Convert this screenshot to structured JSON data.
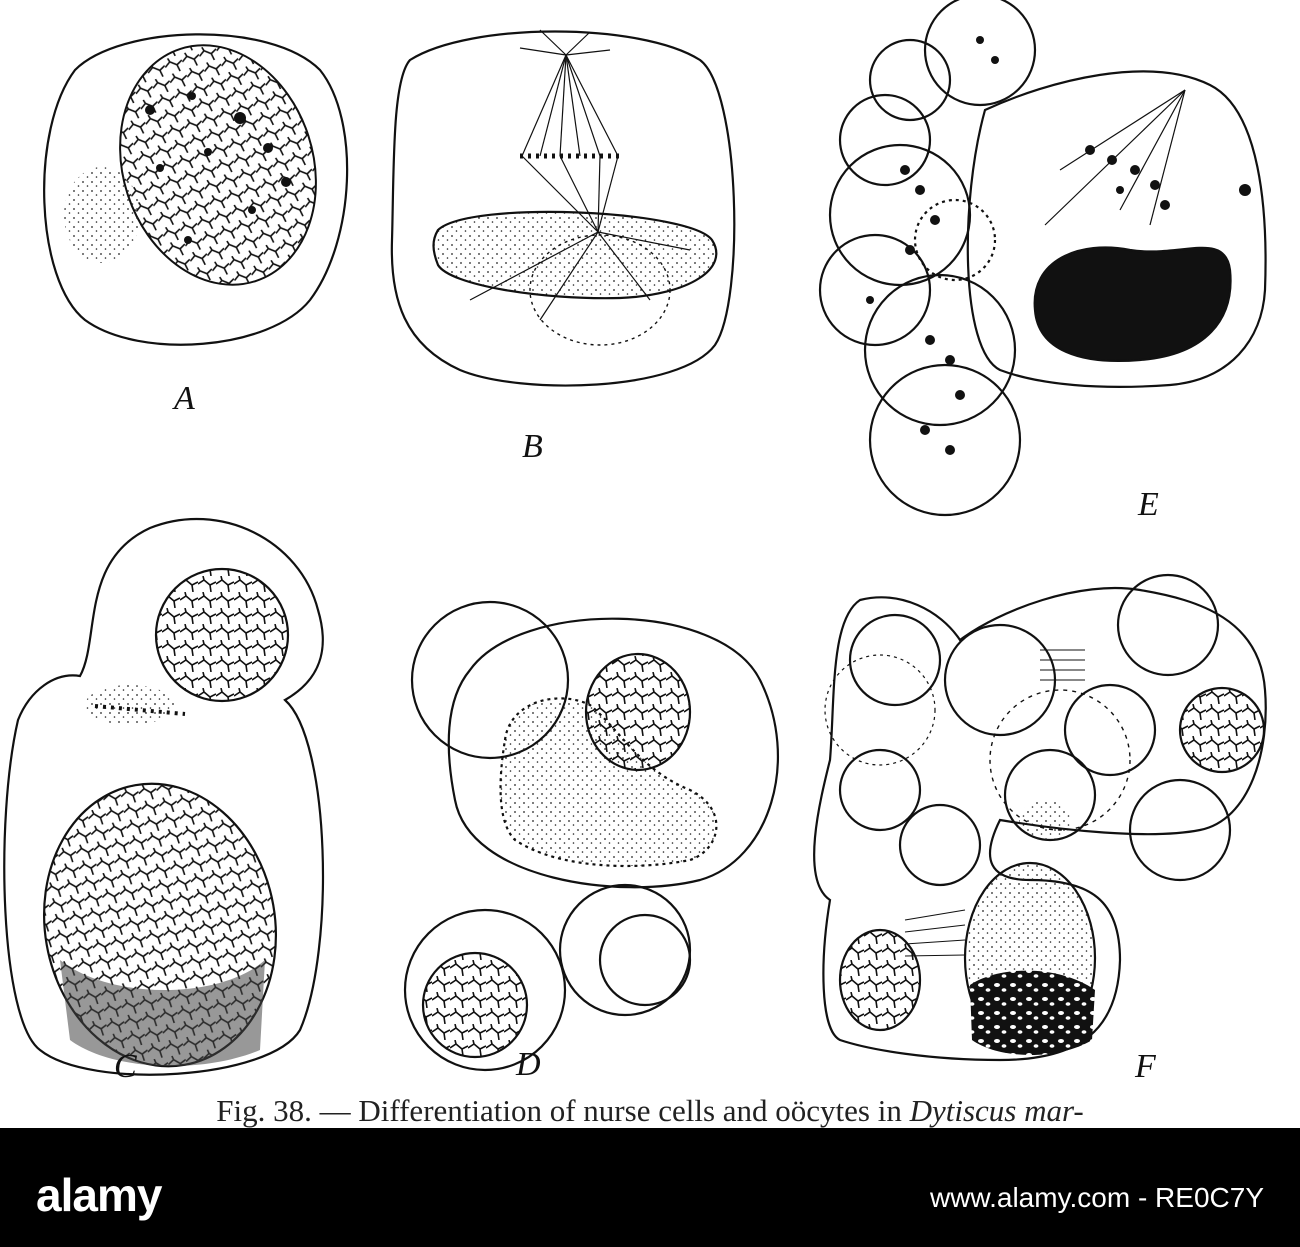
{
  "figure": {
    "panel_labels": [
      "A",
      "B",
      "E",
      "C",
      "D",
      "F"
    ],
    "caption": {
      "prefix": "Fig. 38.",
      "dash": " — ",
      "text": "Differentiation of nurse cells and oöcytes in ",
      "species": "Dytiscus mar-"
    }
  },
  "watermark": {
    "brand": "alamy",
    "url": "www.alamy.com - RE0C7Y"
  },
  "colors": {
    "ink": "#111111",
    "paper": "#ffffff",
    "banner": "#000000"
  }
}
